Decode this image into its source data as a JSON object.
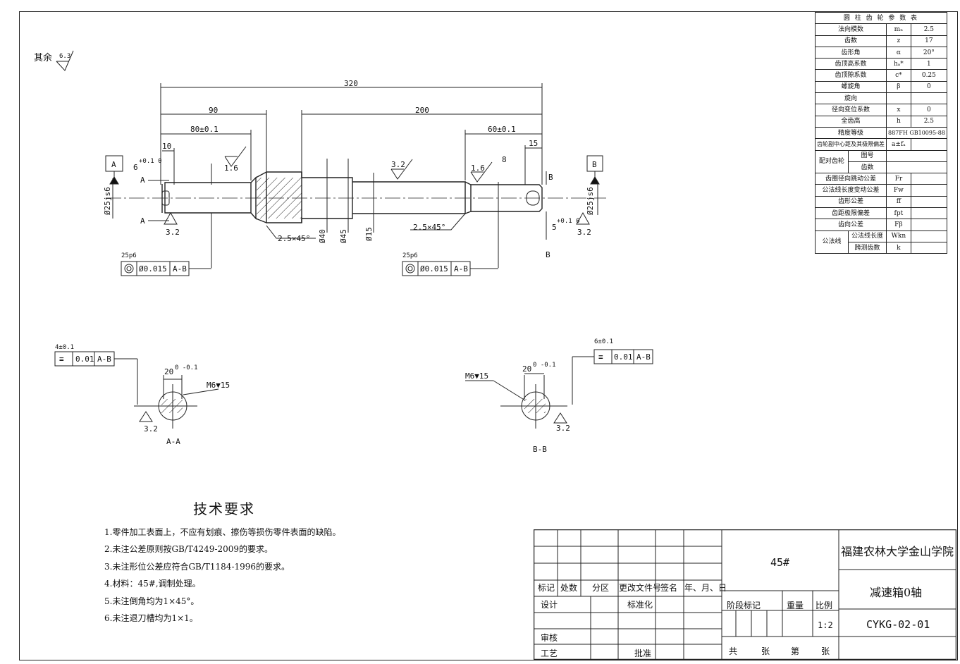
{
  "roughness_note": {
    "label": "其余",
    "value": "6.3"
  },
  "dimensions": {
    "overall": "320",
    "left_seg": "90",
    "right_seg": "200",
    "left_tol": "80±0.1",
    "right_tol": "60±0.1",
    "key_left": "10",
    "key_right": "15",
    "key_depth_left_base": "6",
    "key_depth_left_tol": "+0.1 0",
    "key_depth_right_base": "5",
    "key_depth_right_tol": "+0.1 0",
    "r8": "8",
    "dia_left": "Ø25js6",
    "dia_right": "Ø25js6",
    "d40": "Ø40",
    "d45": "Ø45",
    "d15": "Ø15",
    "chamfer1": "2.5×45°",
    "chamfer2": "2.5×45°",
    "rough_16a": "1.6",
    "rough_32a": "3.2",
    "rough_16b": "1.6",
    "rough_32l": "3.2",
    "rough_32r": "3.2"
  },
  "datums": {
    "A": "A",
    "B": "B"
  },
  "section_marks": {
    "a1": "A",
    "a2": "A",
    "b1": "B",
    "b2": "B"
  },
  "tolerance_frames": [
    {
      "pre": "25p6",
      "value": "Ø0.015",
      "datum": "A-B"
    },
    {
      "pre": "25p6",
      "value": "Ø0.015",
      "datum": "A-B"
    },
    {
      "pre": "4±0.1",
      "value": "0.01",
      "datum": "A-B"
    },
    {
      "pre": "6±0.1",
      "value": "0.01",
      "datum": "A-B"
    }
  ],
  "sections": [
    {
      "name": "A-A",
      "width": "20",
      "tol": "0 -0.1",
      "thread": "M6▼15",
      "rough": "3.2"
    },
    {
      "name": "B-B",
      "width": "20",
      "tol": "0 -0.1",
      "thread": "M6▼15",
      "rough": "3.2"
    }
  ],
  "gear_table": {
    "title": "圆 柱 齿 轮 参 数 表",
    "rows": [
      {
        "label": "法向模数",
        "sym": "mₙ",
        "val": "2.5"
      },
      {
        "label": "齿数",
        "sym": "z",
        "val": "17"
      },
      {
        "label": "齿形角",
        "sym": "α",
        "val": "20°"
      },
      {
        "label": "齿顶高系数",
        "sym": "hₐ*",
        "val": "1"
      },
      {
        "label": "齿顶隙系数",
        "sym": "c*",
        "val": "0.25"
      },
      {
        "label": "螺旋角",
        "sym": "β",
        "val": "0"
      },
      {
        "label": "旋向",
        "sym": "",
        "val": ""
      },
      {
        "label": "径向变位系数",
        "sym": "x",
        "val": "0"
      },
      {
        "label": "全齿高",
        "sym": "h",
        "val": "2.5"
      }
    ],
    "accuracy": {
      "label": "精度等级",
      "val": "887FH GB10095-88"
    },
    "center": {
      "label": "齿轮副中心距及其极限偏差",
      "sym": "a±fₐ"
    },
    "mate": {
      "label": "配对齿轮",
      "r1": "图号",
      "r2": "齿数"
    },
    "rows2": [
      {
        "label": "齿圈径向跳动公差",
        "sym": "Fr"
      },
      {
        "label": "公法线长度变动公差",
        "sym": "Fw"
      },
      {
        "label": "齿形公差",
        "sym": "ff"
      },
      {
        "label": "齿距极限偏差",
        "sym": "fpt"
      },
      {
        "label": "齿向公差",
        "sym": "Fβ"
      }
    ],
    "normal": {
      "label": "公法线",
      "r1": "公法线长度",
      "s1": "Wkn",
      "r2": "跨测齿数",
      "s2": "k"
    }
  },
  "notes": {
    "heading": "技术要求",
    "items": [
      "1.零件加工表面上，不应有划痕、擦伤等损伤零件表面的缺陷。",
      "2.未注公差原则按GB/T4249-2009的要求。",
      "3.未注形位公差应符合GB/T1184-1996的要求。",
      "4.材料：45#,调制处理。",
      "5.未注倒角均为1×45°。",
      "6.未注退刀槽均为1×1。"
    ]
  },
  "title_block": {
    "material": "45#",
    "school": "福建农林大学金山学院",
    "part": "减速箱0轴",
    "code": "CYKG-02-01",
    "scale": "1:2",
    "h_mark": "标记",
    "h_count": "处数",
    "h_zone": "分区",
    "h_doc": "更改文件号",
    "h_sign": "签名",
    "h_date": "年、月、日",
    "design": "设计",
    "std": "标准化",
    "stage": "阶段标记",
    "weight": "重量",
    "ratio": "比例",
    "check": "审核",
    "craft": "工艺",
    "approve": "批准",
    "total": "共",
    "sheets": "张",
    "of": "第",
    "sheet": "张"
  }
}
